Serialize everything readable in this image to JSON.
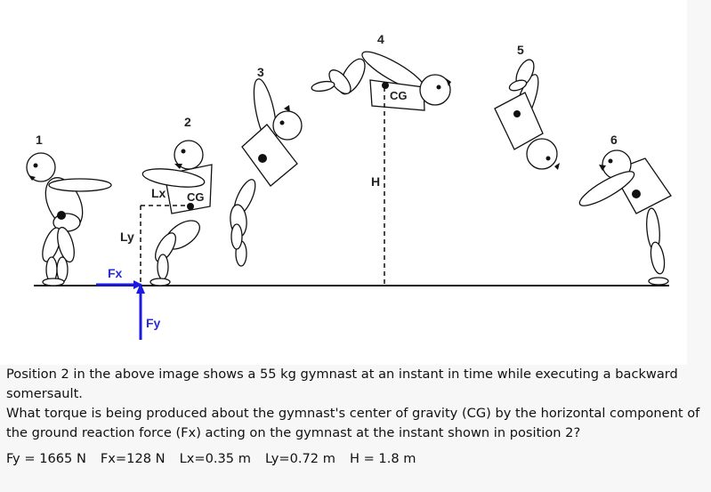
{
  "figure": {
    "position_numbers": [
      "1",
      "2",
      "3",
      "4",
      "5",
      "6"
    ],
    "labels": {
      "cg_pos2": "CG",
      "cg_pos4": "CG",
      "lx": "Lx",
      "ly": "Ly",
      "fx": "Fx",
      "fy": "Fy",
      "h": "H"
    },
    "colors": {
      "force_arrow": "#1a1ae0",
      "force_label": "#2b2bd8",
      "line": "#111111"
    }
  },
  "question": {
    "intro": "Position 2 in the above image shows a 55 kg gymnast at an instant in time while executing a backward somersault.",
    "prompt": "What torque is being produced about the gymnast's center of gravity (CG) by the horizontal component of the ground reaction force (Fx) acting on the gymnast at the instant shown in position 2?",
    "given": [
      "Fy = 1665 N",
      "Fx=128 N",
      "Lx=0.35 m",
      "Ly=0.72 m",
      "H = 1.8 m"
    ]
  }
}
